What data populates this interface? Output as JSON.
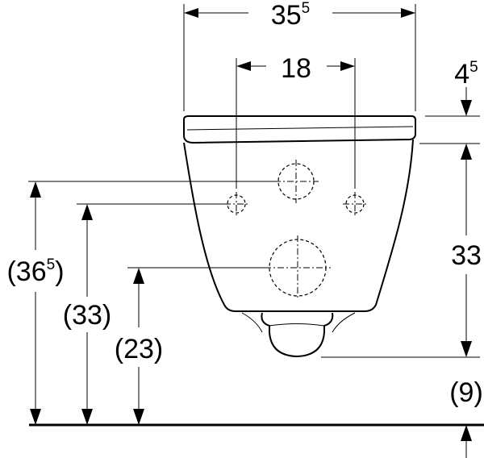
{
  "dimensions": {
    "overall_width": {
      "main": "35",
      "sup": "5"
    },
    "pipe_spacing": {
      "main": "18"
    },
    "seat_offset": {
      "main": "4",
      "sup": "5"
    },
    "bowl_height": {
      "main": "33"
    },
    "below_bowl": {
      "main": "(9)"
    },
    "top_fixing_height": {
      "pre": "(36",
      "sup": "5",
      "post": ")"
    },
    "fixing_height": {
      "main": "(33)"
    },
    "outlet_height": {
      "main": "(23)"
    }
  }
}
